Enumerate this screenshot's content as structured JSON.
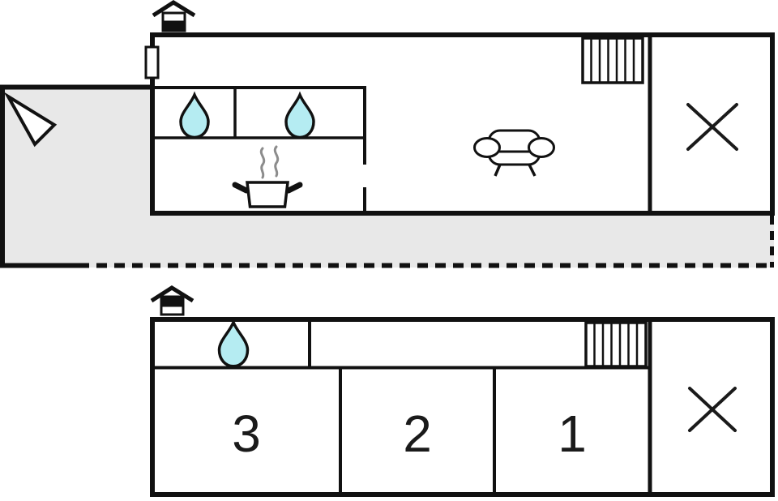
{
  "colors": {
    "wall": "#111111",
    "water_drop": "#b5ecf2",
    "terrace": "#e8e8e8",
    "steam": "#8c8c8c",
    "background": "#ffffff"
  },
  "plans": {
    "upper": {
      "name": "ground-floor-plan",
      "floor_indicator": "bottom-half-filled-house",
      "icons": [
        "house-floor-indicator",
        "entrance-door",
        "water-drop",
        "water-drop",
        "cooking-pot-with-steam",
        "sofa",
        "staircase",
        "cross-mark"
      ]
    },
    "lower": {
      "name": "upper-floor-plan",
      "floor_indicator": "top-half-filled-house",
      "rooms": [
        {
          "label": "3"
        },
        {
          "label": "2"
        },
        {
          "label": "1"
        }
      ],
      "icons": [
        "house-floor-indicator",
        "water-drop",
        "staircase",
        "cross-mark"
      ]
    }
  },
  "terrace": {
    "name": "outdoor-terrace",
    "icons": [
      "north-arrow"
    ]
  }
}
